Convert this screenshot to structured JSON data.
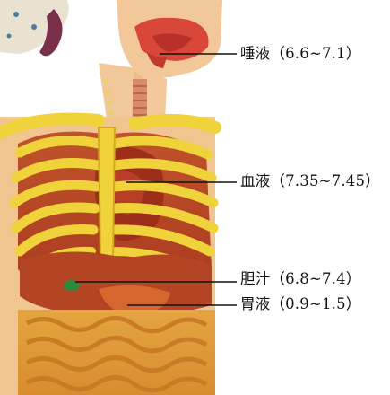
{
  "labels": {
    "saliva": "唾液（6.6~7.1）",
    "blood": "血液（7.35~7.45）",
    "bile": "胆汁（6.8~7.4）",
    "gastric": "胃液（0.9~1.5）"
  },
  "colors": {
    "bone": "#f0d23a",
    "bone_shadow": "#d6a821",
    "organ_red": "#c84a2a",
    "organ_dark": "#9d2f1a",
    "head_red": "#d8473a",
    "skin": "#f2c89a",
    "gallbladder": "#2e8a3a",
    "leader_line": "#111111"
  }
}
